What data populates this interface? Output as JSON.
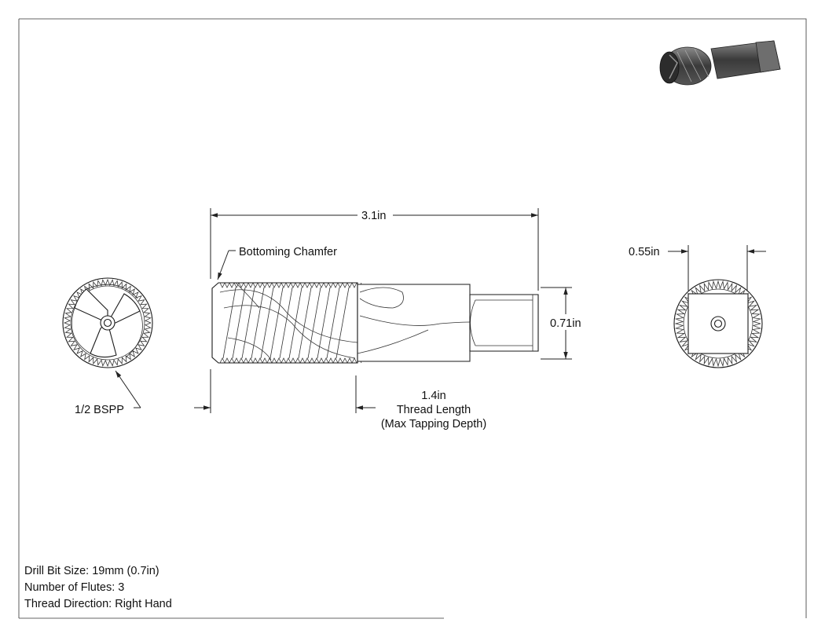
{
  "dimensions": {
    "overall_length": "3.1in",
    "shank_width": "0.71in",
    "square_width": "0.55in",
    "thread_length_value": "1.4in",
    "thread_length_label": "Thread Length",
    "thread_length_note": "(Max Tapping Depth)"
  },
  "callouts": {
    "chamfer": "Bottoming Chamfer",
    "thread_size": "1/2 BSPP"
  },
  "notes": {
    "drill_bit_size": "Drill Bit Size: 19mm (0.7in)",
    "flutes": "Number of Flutes: 3",
    "thread_direction": "Thread Direction: Right Hand"
  }
}
